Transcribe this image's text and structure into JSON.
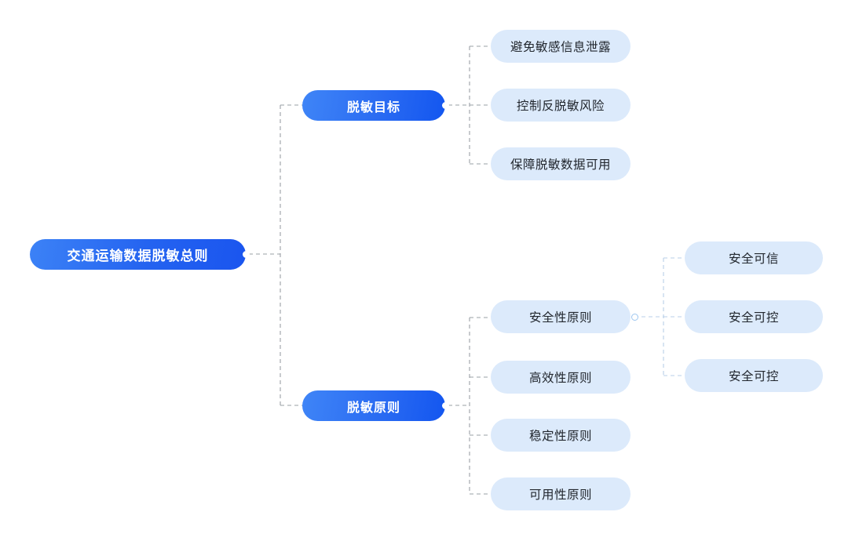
{
  "diagram": {
    "title": "交通运输数据脱敏总则",
    "type": "mind-map",
    "colors": {
      "root_fill_start": "#3c82f6",
      "root_fill_end": "#1a55ef",
      "branch_fill_start": "#3f85f7",
      "branch_fill_end": "#1356f0",
      "leaf_fill": "#dceafb",
      "root_text": "#ffffff",
      "leaf_text": "#21262d",
      "connector": "#9aa0a6",
      "connector_light": "#b9cfe8",
      "background": "#ffffff"
    },
    "nodes": {
      "root": {
        "label": "交通运输数据脱敏总则"
      },
      "branches": [
        {
          "label": "脱敏目标"
        },
        {
          "label": "脱敏原则"
        }
      ],
      "goal_children": [
        {
          "label": "避免敏感信息泄露"
        },
        {
          "label": "控制反脱敏风险"
        },
        {
          "label": "保障脱敏数据可用"
        }
      ],
      "principle_children": [
        {
          "label": "安全性原则"
        },
        {
          "label": "高效性原则"
        },
        {
          "label": "稳定性原则"
        },
        {
          "label": "可用性原则"
        }
      ],
      "security_children": [
        {
          "label": "安全可信"
        },
        {
          "label": "安全可控"
        },
        {
          "label": "安全可控"
        }
      ]
    }
  }
}
